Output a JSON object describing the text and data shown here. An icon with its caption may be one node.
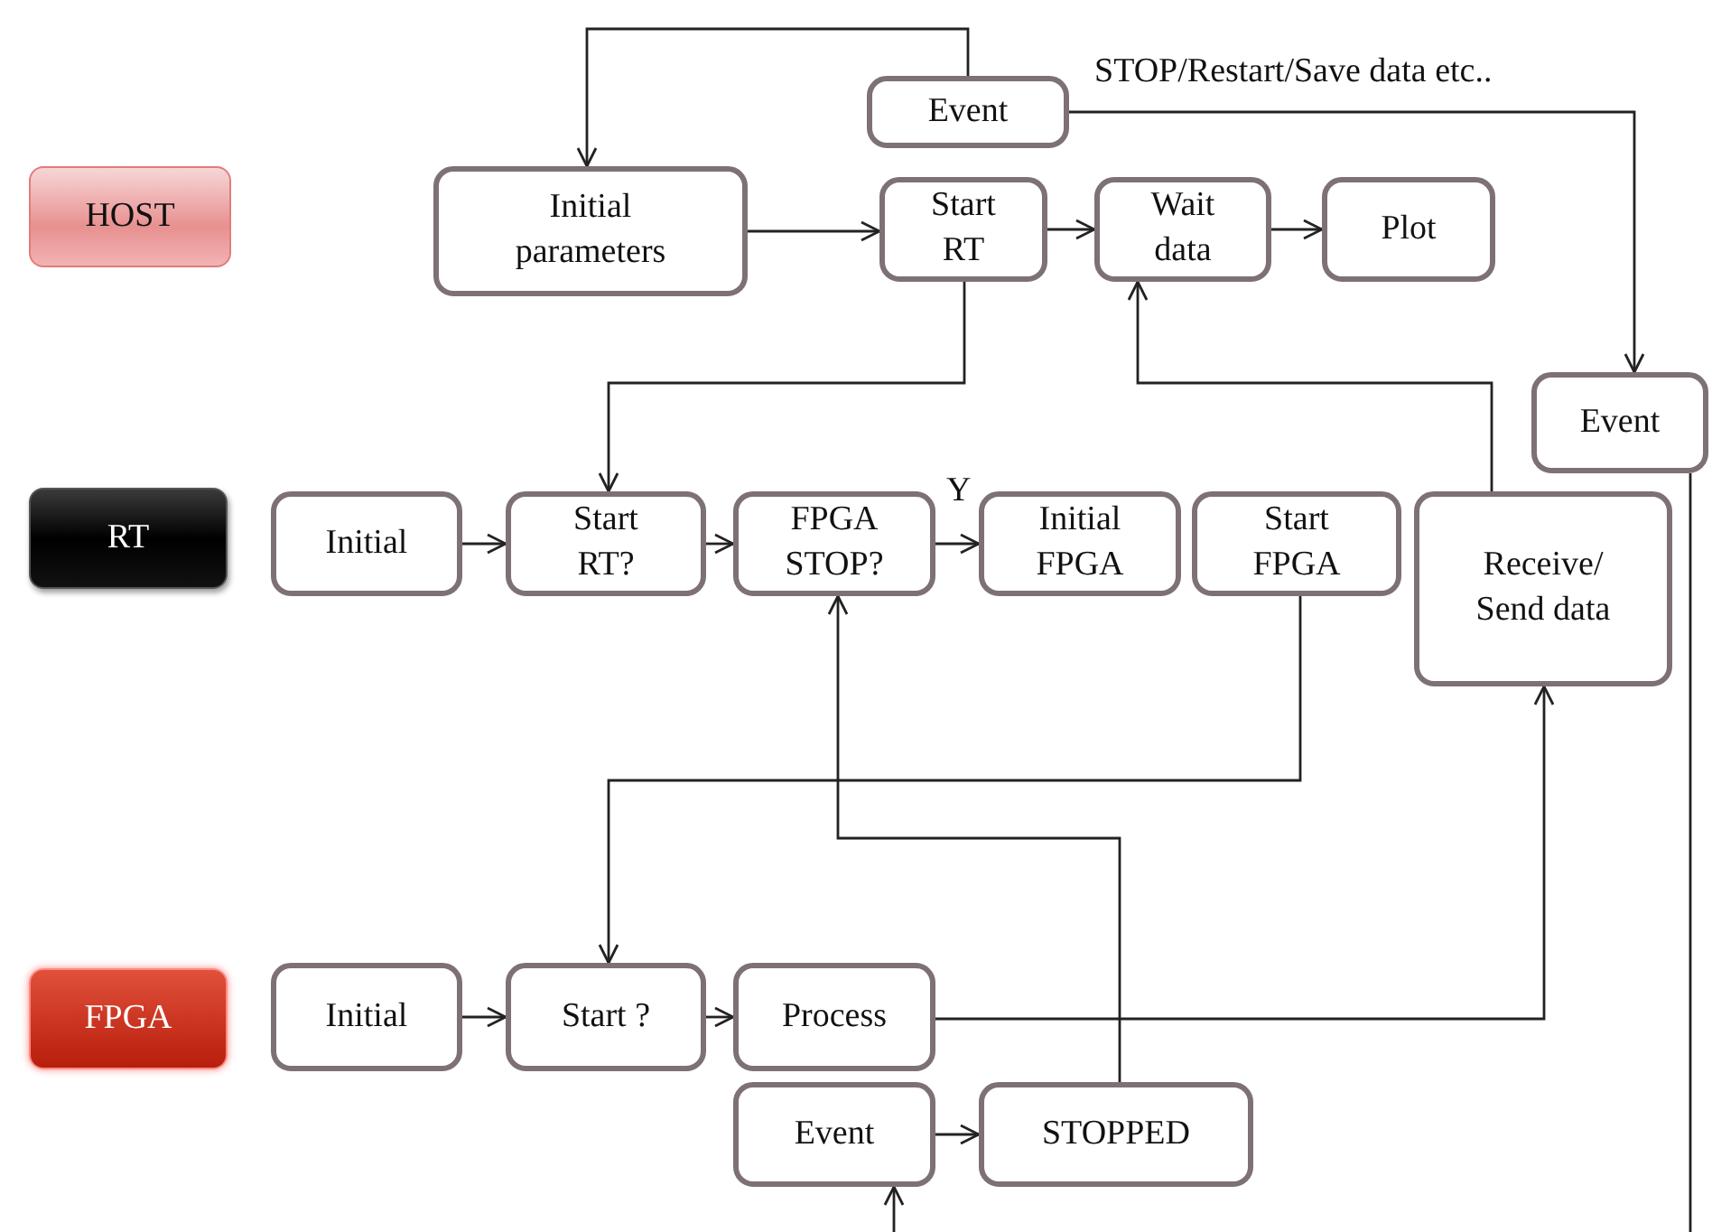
{
  "diagram": {
    "nodes": [
      {
        "text": [
          "HOST"
        ]
      },
      {
        "text": [
          "RT"
        ]
      },
      {
        "text": [
          "FPGA"
        ]
      },
      {
        "text": [
          "Event"
        ]
      },
      {
        "text": [
          "Initial parameters"
        ]
      },
      {
        "text": [
          "Start RT"
        ]
      },
      {
        "text": [
          "Wait data"
        ]
      },
      {
        "text": [
          "Plot"
        ]
      },
      {
        "text": [
          "Event"
        ]
      },
      {
        "text": [
          "Initial"
        ]
      },
      {
        "text": [
          "Start RT?"
        ]
      },
      {
        "text": [
          "FPGA STOP?"
        ]
      },
      {
        "text": [
          "Initial FPGA"
        ]
      },
      {
        "text": [
          "Start FPGA"
        ]
      },
      {
        "text": [
          "Receive/ Send data"
        ]
      },
      {
        "text": [
          "Initial"
        ]
      },
      {
        "text": [
          "Start ?"
        ]
      },
      {
        "text": [
          "Process"
        ]
      },
      {
        "text": [
          "Event"
        ]
      },
      {
        "text": [
          "STOPPED"
        ]
      }
    ],
    "edges": [
      {
        "from": 3,
        "to": 4,
        "arrow": "to"
      },
      {
        "from": 3,
        "to": 8,
        "arrow": "to",
        "label": "STOP/Restart/Save data etc.."
      },
      {
        "from": 4,
        "to": 5,
        "arrow": "to"
      },
      {
        "from": 5,
        "to": 6,
        "arrow": "to"
      },
      {
        "from": 6,
        "to": 7,
        "arrow": "to"
      },
      {
        "from": 5,
        "to": 10,
        "arrow": "to"
      },
      {
        "from": 14,
        "to": 6,
        "arrow": "to"
      },
      {
        "from": 9,
        "to": 10,
        "arrow": "to"
      },
      {
        "from": 10,
        "to": 11,
        "arrow": "to"
      },
      {
        "from": 11,
        "to": 12,
        "arrow": "to",
        "label": "Y"
      },
      {
        "from": 13,
        "to": 16,
        "arrow": "to"
      },
      {
        "from": 19,
        "to": 11,
        "arrow": "to"
      },
      {
        "from": 17,
        "to": 14,
        "arrow": "to"
      },
      {
        "from": 15,
        "to": 16,
        "arrow": "to"
      },
      {
        "from": 16,
        "to": 17,
        "arrow": "to"
      },
      {
        "from": 18,
        "to": 19,
        "arrow": "to"
      },
      {
        "from": null,
        "to": 18,
        "arrow": "to"
      },
      {
        "from": 8,
        "to": null,
        "arrow": "none"
      }
    ]
  }
}
